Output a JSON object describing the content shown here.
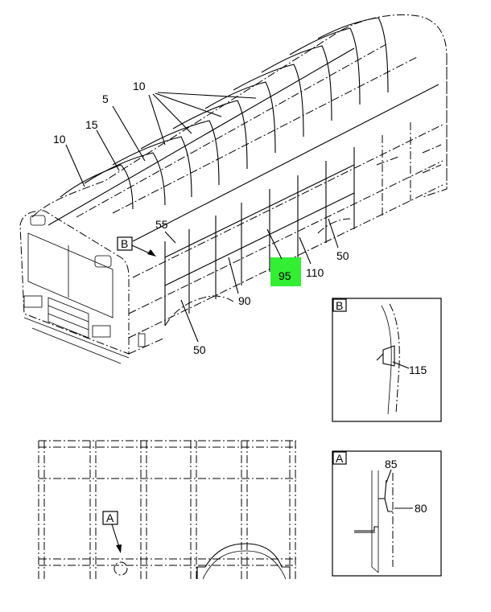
{
  "callouts": {
    "c10_a": "10",
    "c10_b": "10",
    "c5": "5",
    "c15": "15",
    "c55": "55",
    "c50_a": "50",
    "c50_b": "50",
    "c90": "90",
    "c95": "95",
    "c110": "110",
    "c115": "115",
    "c85": "85",
    "c80": "80"
  },
  "view_markers": {
    "main_b": "B",
    "main_a": "A",
    "detail_b": "B",
    "detail_a": "A"
  },
  "colors": {
    "highlight": "#33ee33",
    "line": "#000000",
    "background": "#ffffff"
  }
}
